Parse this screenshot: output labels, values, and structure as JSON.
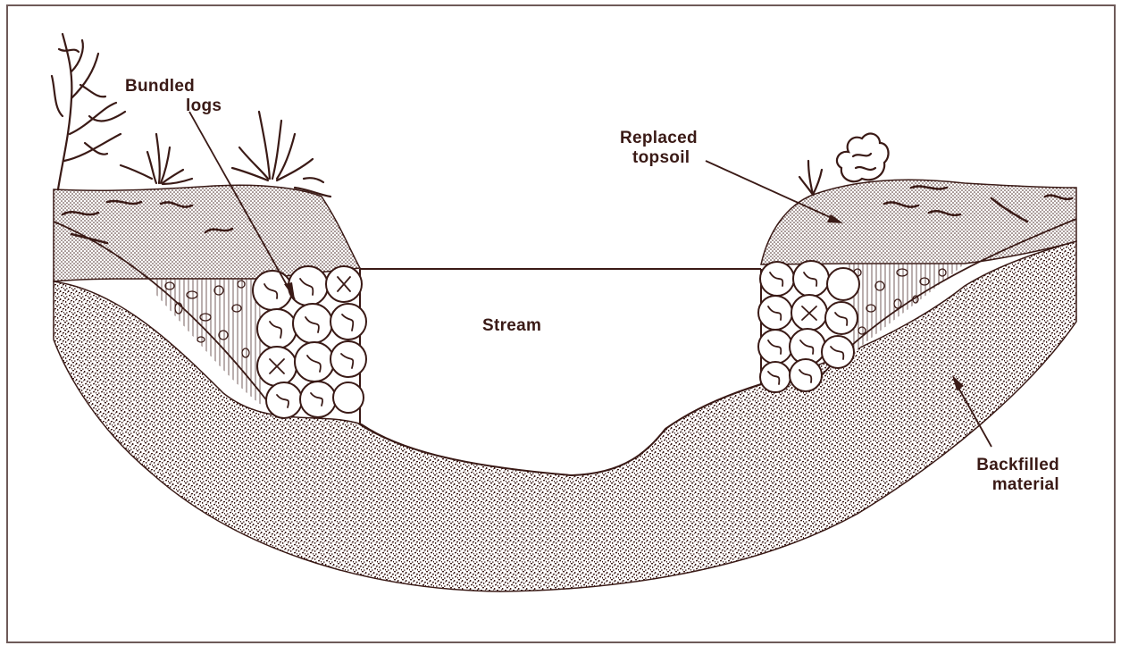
{
  "colors": {
    "ink": "#3a1a16",
    "frame": "#6e5a58",
    "background": "#ffffff",
    "topsoil_fill": "#cfcac8",
    "backfill_fill": "#a9a4a2",
    "water_fill": "#ffffff"
  },
  "labels": {
    "bundled_logs_line1": "Bundled",
    "bundled_logs_line2": "logs",
    "replaced_topsoil_line1": "Replaced",
    "replaced_topsoil_line2": "topsoil",
    "stream": "Stream",
    "backfilled_material_line1": "Backfilled",
    "backfilled_material_line2": "material"
  },
  "icons": [
    "shrub-icon",
    "grass-tuft-icon",
    "bush-icon",
    "log-bundle-icon"
  ]
}
